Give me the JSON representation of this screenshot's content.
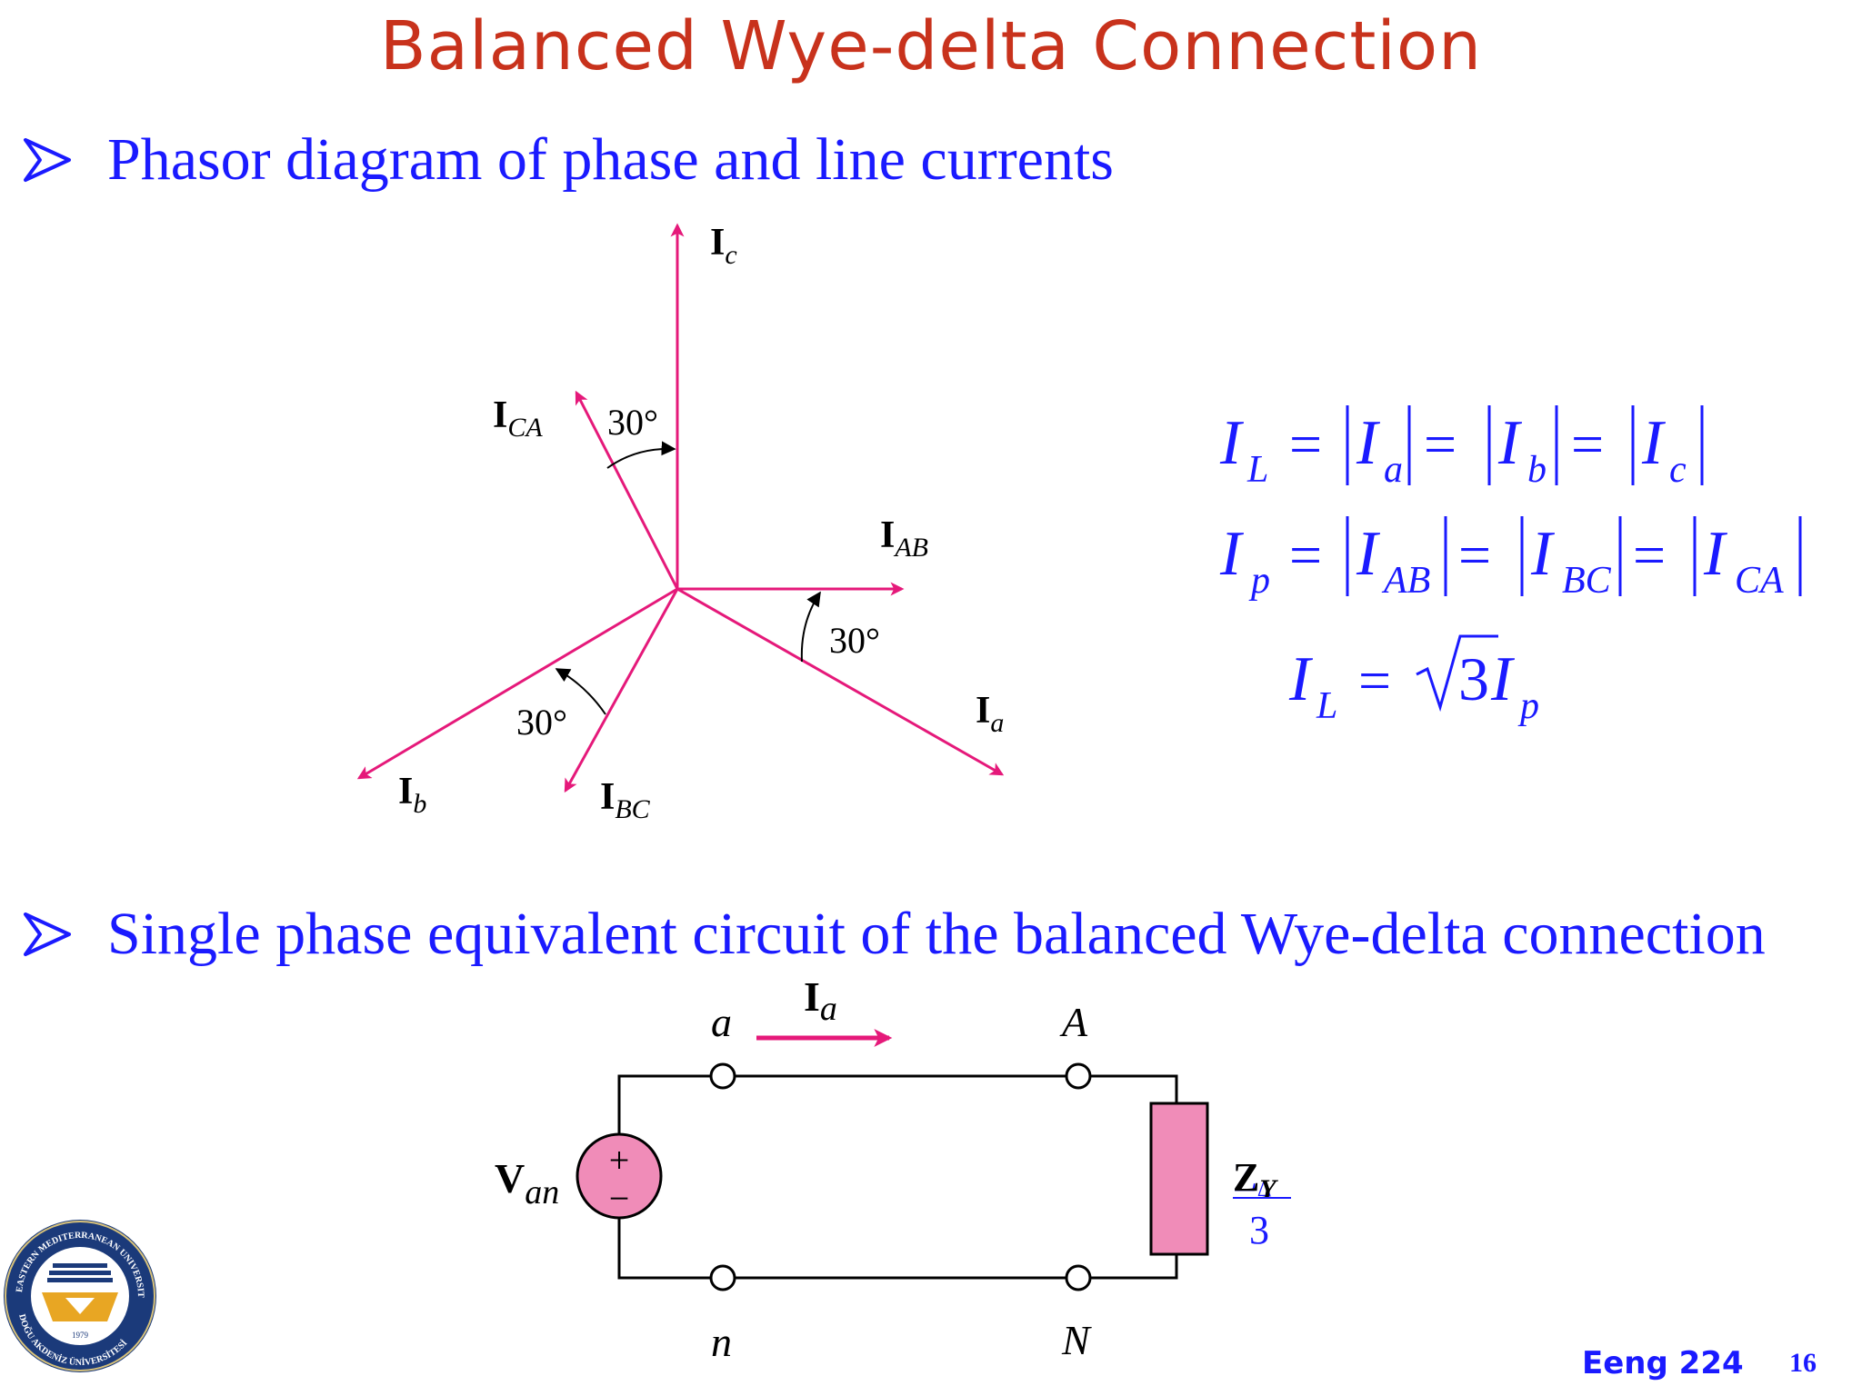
{
  "title": "Balanced Wye-delta Connection",
  "bullets": [
    "Phasor diagram of phase and line currents",
    "Single phase equivalent circuit of the balanced Wye-delta connection"
  ],
  "colors": {
    "title": "#c8321c",
    "text": "#1a1aff",
    "phasor": "#e5197a",
    "load_fill": "#f08cb8"
  },
  "phasor_diagram": {
    "labels": {
      "Ic": {
        "main": "I",
        "sub": "c"
      },
      "ICA": {
        "main": "I",
        "sub": "CA"
      },
      "IAB": {
        "main": "I",
        "sub": "AB"
      },
      "Ia": {
        "main": "I",
        "sub": "a"
      },
      "Ib": {
        "main": "I",
        "sub": "b"
      },
      "IBC": {
        "main": "I",
        "sub": "BC"
      }
    },
    "angles": [
      "30°",
      "30°",
      "30°"
    ]
  },
  "equations": {
    "eq1": {
      "lhs": "I",
      "lhs_sub": "L",
      "terms": [
        {
          "main": "I",
          "sub": "a"
        },
        {
          "main": "I",
          "sub": "b"
        },
        {
          "main": "I",
          "sub": "c"
        }
      ]
    },
    "eq2": {
      "lhs": "I",
      "lhs_sub": "p",
      "terms": [
        {
          "main": "I",
          "sub": "AB"
        },
        {
          "main": "I",
          "sub": "BC"
        },
        {
          "main": "I",
          "sub": "CA"
        }
      ]
    },
    "eq3": {
      "lhs": "I",
      "lhs_sub": "L",
      "eq": "=",
      "coef": "3",
      "rhs": "I",
      "rhs_sub": "p"
    }
  },
  "circuit": {
    "current_main": "I",
    "current_sub": "a",
    "node_a": "a",
    "node_A": "A",
    "node_n": "n",
    "node_N": "N",
    "source_main": "V",
    "source_sub": "an",
    "source_plus": "+",
    "source_minus": "−",
    "load_num_1": "Z",
    "load_num_1_sub": "Δ",
    "load_num_2": "Z",
    "load_num_2_sub": "Y",
    "load_den": "3"
  },
  "logo": {
    "text_top": "EASTERN MEDITERRANEAN UNIVERSITY",
    "text_bottom": "DOĞU AKDENİZ ÜNİVERSİTESİ",
    "year": "1979"
  },
  "footer": {
    "course": "Eeng 224",
    "page": "16"
  }
}
